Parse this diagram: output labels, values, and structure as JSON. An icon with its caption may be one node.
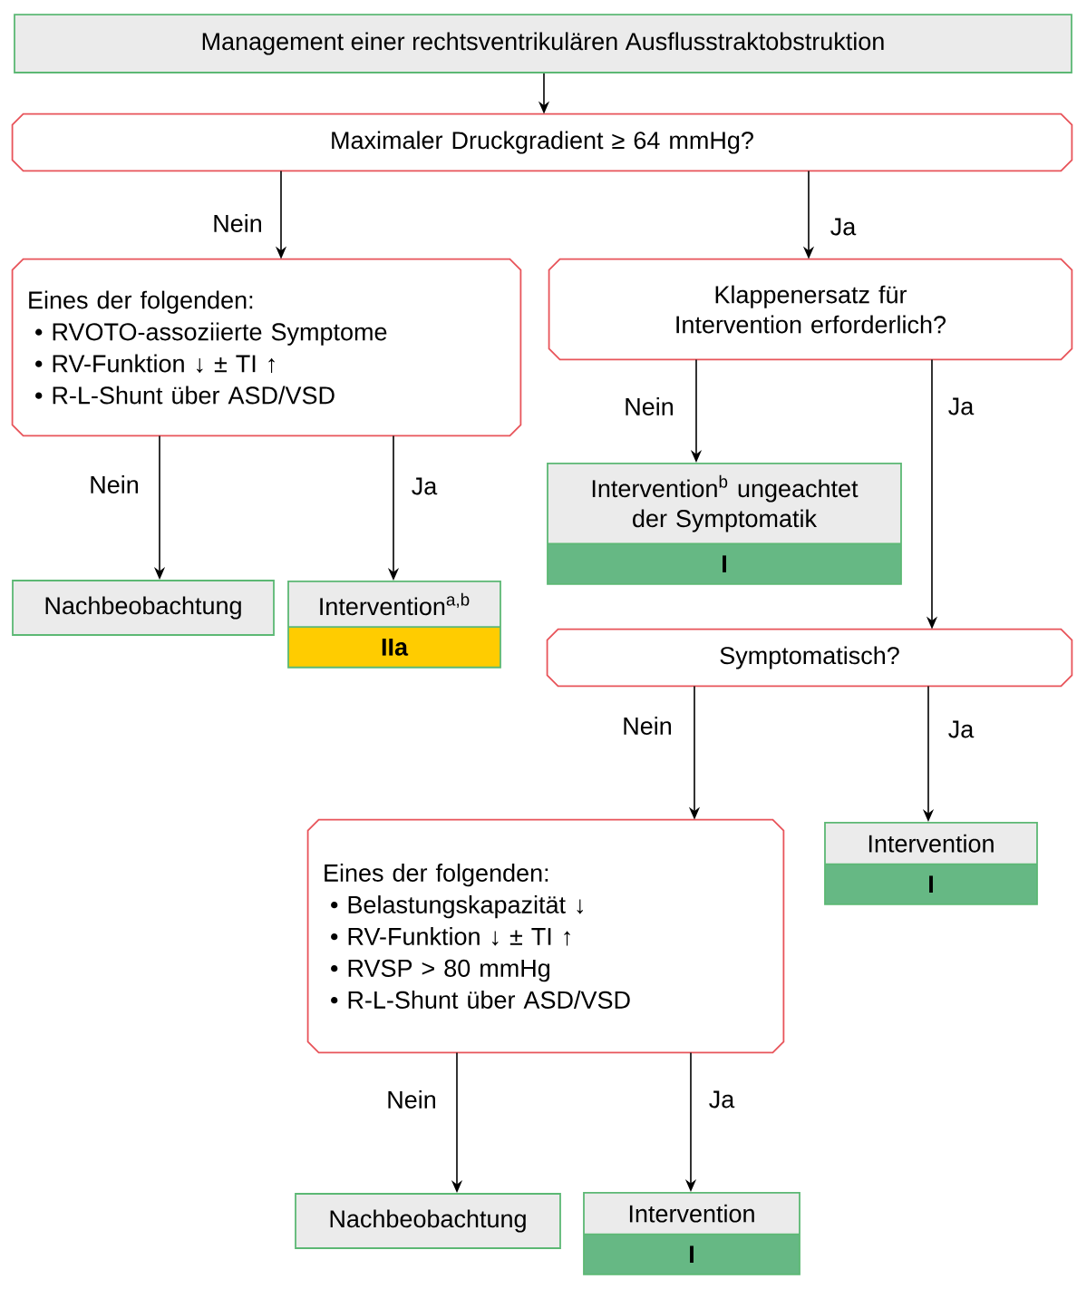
{
  "diagram": {
    "nodes": [
      {
        "text": [
          "Management einer rechtsventrikulären Ausflusstraktobstruktion"
        ]
      },
      {
        "text": [
          "Maximaler Druckgradient ≥ 64 mmHg?"
        ]
      },
      {
        "text": [
          "Eines der folgenden:",
          "• RVOTO-assoziierte Symptome",
          "• RV-Funktion ↓ ± TI ↑",
          "• R-L-Shunt über ASD/VSD"
        ]
      },
      {
        "text": [
          "Klappenersatz für Intervention erforderlich?"
        ]
      },
      {
        "text": [
          "Nachbeobachtung"
        ]
      },
      {
        "text": [
          "Intervention$^{a,b}$",
          "IIa"
        ]
      },
      {
        "text": [
          "Intervention$^{b}$ ungeachtet der Symptomatik",
          "I"
        ]
      },
      {
        "text": [
          "Symptomatisch?"
        ]
      },
      {
        "text": [
          "Eines der folgenden:",
          "• Belastungskapazität ↓",
          "• RV-Funktion ↓ ± TI ↑",
          "• RVSP > 80 mmHg",
          "• R-L-Shunt über ASD/VSD"
        ]
      },
      {
        "text": [
          "Intervention",
          "I"
        ]
      },
      {
        "text": [
          "Nachbeobachtung"
        ]
      },
      {
        "text": [
          "Intervention",
          "I"
        ]
      }
    ],
    "edges": [
      {
        "from": 0,
        "to": 1,
        "arrow": "to"
      },
      {
        "from": 1,
        "to": 2,
        "arrow": "to",
        "label": "Nein"
      },
      {
        "from": 1,
        "to": 3,
        "arrow": "to",
        "label": "Ja"
      },
      {
        "from": 2,
        "to": 4,
        "arrow": "to",
        "label": "Nein"
      },
      {
        "from": 2,
        "to": 5,
        "arrow": "to",
        "label": "Ja"
      },
      {
        "from": 3,
        "to": 6,
        "arrow": "to",
        "label": "Nein"
      },
      {
        "from": 3,
        "to": 7,
        "arrow": "to",
        "label": "Ja"
      },
      {
        "from": 7,
        "to": 8,
        "arrow": "to",
        "label": "Nein"
      },
      {
        "from": 7,
        "to": 9,
        "arrow": "to",
        "label": "Ja"
      },
      {
        "from": 8,
        "to": 10,
        "arrow": "to",
        "label": "Nein"
      },
      {
        "from": 8,
        "to": 11,
        "arrow": "to",
        "label": "Ja"
      }
    ]
  }
}
